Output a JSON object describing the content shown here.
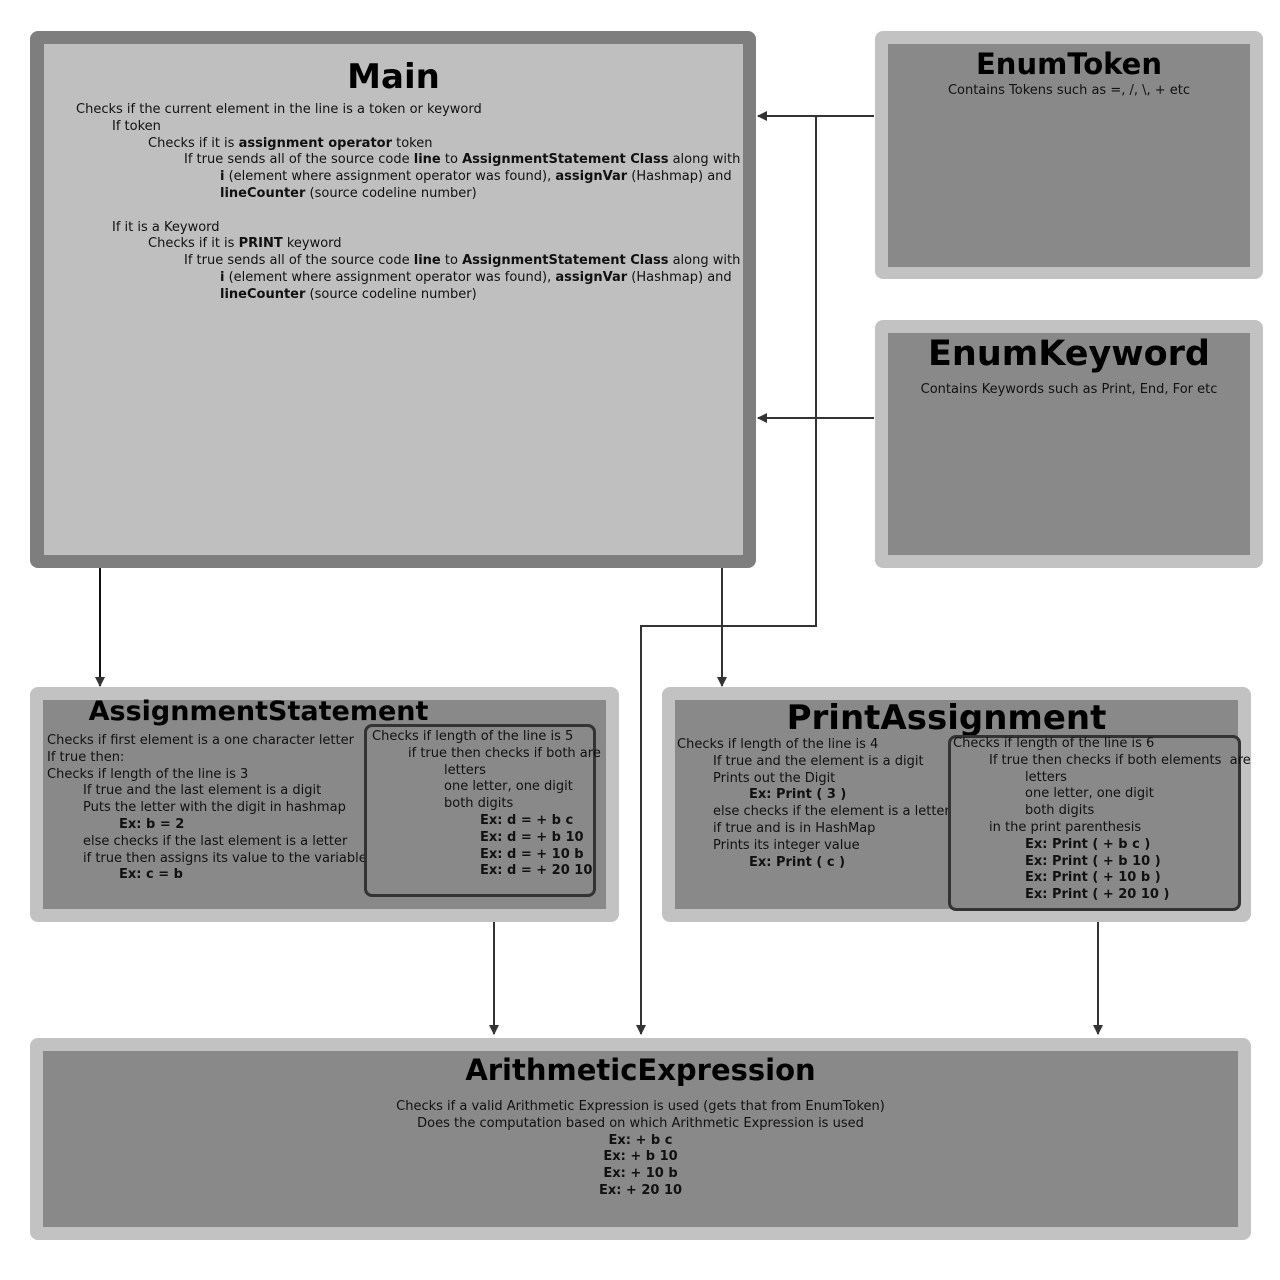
{
  "main": {
    "title": "Main",
    "lines": [
      {
        "indent": 0,
        "parts": [
          {
            "t": "Checks if the current element in the line is a token or keyword"
          }
        ]
      },
      {
        "indent": 1,
        "parts": [
          {
            "t": "If token"
          }
        ]
      },
      {
        "indent": 2,
        "parts": [
          {
            "t": "Checks if it is "
          },
          {
            "t": "assignment operator",
            "b": true
          },
          {
            "t": " token"
          }
        ]
      },
      {
        "indent": 3,
        "parts": [
          {
            "t": "If true sends all of the source code "
          },
          {
            "t": "line",
            "b": true
          },
          {
            "t": " to "
          },
          {
            "t": "AssignmentStatement Class",
            "b": true
          },
          {
            "t": " along with"
          }
        ]
      },
      {
        "indent": 4,
        "parts": [
          {
            "t": "i",
            "b": true
          },
          {
            "t": " (element where assignment operator was found), "
          },
          {
            "t": "assignVar",
            "b": true
          },
          {
            "t": " (Hashmap) and"
          }
        ]
      },
      {
        "indent": 4,
        "parts": [
          {
            "t": "lineCounter",
            "b": true
          },
          {
            "t": " (source codeline number)"
          }
        ]
      },
      {
        "indent": 0,
        "parts": [
          {
            "t": ""
          }
        ]
      },
      {
        "indent": 1,
        "parts": [
          {
            "t": "If it is a Keyword"
          }
        ]
      },
      {
        "indent": 2,
        "parts": [
          {
            "t": "Checks if it is "
          },
          {
            "t": "PRINT",
            "b": true
          },
          {
            "t": " keyword"
          }
        ]
      },
      {
        "indent": 3,
        "parts": [
          {
            "t": "If true sends all of the source code "
          },
          {
            "t": "line",
            "b": true
          },
          {
            "t": " to "
          },
          {
            "t": "AssignmentStatement Class",
            "b": true
          },
          {
            "t": " along with"
          }
        ]
      },
      {
        "indent": 4,
        "parts": [
          {
            "t": "i",
            "b": true
          },
          {
            "t": " (element where assignment operator was found), "
          },
          {
            "t": "assignVar",
            "b": true
          },
          {
            "t": " (Hashmap) and"
          }
        ]
      },
      {
        "indent": 4,
        "parts": [
          {
            "t": "lineCounter",
            "b": true
          },
          {
            "t": " (source codeline number)"
          }
        ]
      }
    ]
  },
  "enum_token": {
    "title": "EnumToken",
    "desc": "Contains Tokens such as =, /, \\, + etc"
  },
  "enum_keyword": {
    "title": "EnumKeyword",
    "desc": "Contains Keywords such as Print, End, For etc"
  },
  "assignment_statement": {
    "title": "AssignmentStatement",
    "lines": [
      {
        "indent": 0,
        "parts": [
          {
            "t": "Checks if first element is a one character letter"
          }
        ]
      },
      {
        "indent": 0,
        "parts": [
          {
            "t": "If true then:"
          }
        ]
      },
      {
        "indent": 0,
        "parts": [
          {
            "t": "Checks if length of the line is 3"
          }
        ]
      },
      {
        "indent": 1,
        "parts": [
          {
            "t": "If true and the last element is a digit"
          }
        ]
      },
      {
        "indent": 1,
        "parts": [
          {
            "t": "Puts the letter with the digit in hashmap"
          }
        ]
      },
      {
        "indent": 2,
        "parts": [
          {
            "t": "Ex: b = 2",
            "b": true
          }
        ]
      },
      {
        "indent": 1,
        "parts": [
          {
            "t": "else checks if the last element is a letter"
          }
        ]
      },
      {
        "indent": 1,
        "parts": [
          {
            "t": "if true then assigns its value to the variable"
          }
        ]
      },
      {
        "indent": 2,
        "parts": [
          {
            "t": "Ex: c = b",
            "b": true
          }
        ]
      }
    ],
    "sub_lines": [
      {
        "indent": 0,
        "parts": [
          {
            "t": "Checks if length of the line is 5"
          }
        ]
      },
      {
        "indent": 1,
        "parts": [
          {
            "t": "if true then checks if both are"
          }
        ]
      },
      {
        "indent": 2,
        "parts": [
          {
            "t": "letters"
          }
        ]
      },
      {
        "indent": 2,
        "parts": [
          {
            "t": "one letter, one digit"
          }
        ]
      },
      {
        "indent": 2,
        "parts": [
          {
            "t": "both digits"
          }
        ]
      },
      {
        "indent": 3,
        "parts": [
          {
            "t": "Ex: d = + b c",
            "b": true
          }
        ]
      },
      {
        "indent": 3,
        "parts": [
          {
            "t": "Ex: d = + b 10",
            "b": true
          }
        ]
      },
      {
        "indent": 3,
        "parts": [
          {
            "t": "Ex: d = + 10 b",
            "b": true
          }
        ]
      },
      {
        "indent": 3,
        "parts": [
          {
            "t": "Ex: d = + 20 10",
            "b": true
          }
        ]
      }
    ]
  },
  "print_assignment": {
    "title": "PrintAssignment",
    "lines": [
      {
        "indent": 0,
        "parts": [
          {
            "t": "Checks if length of the line is 4"
          }
        ]
      },
      {
        "indent": 1,
        "parts": [
          {
            "t": "If true and the element is a digit"
          }
        ]
      },
      {
        "indent": 1,
        "parts": [
          {
            "t": "Prints out the Digit"
          }
        ]
      },
      {
        "indent": 2,
        "parts": [
          {
            "t": "Ex: Print ( 3 )",
            "b": true
          }
        ]
      },
      {
        "indent": 1,
        "parts": [
          {
            "t": "else checks if the element is a letter"
          }
        ]
      },
      {
        "indent": 1,
        "parts": [
          {
            "t": "if true and is in HashMap"
          }
        ]
      },
      {
        "indent": 1,
        "parts": [
          {
            "t": "Prints its integer value"
          }
        ]
      },
      {
        "indent": 2,
        "parts": [
          {
            "t": "Ex: Print ( c )",
            "b": true
          }
        ]
      }
    ],
    "sub_lines": [
      {
        "indent": 0,
        "parts": [
          {
            "t": "Checks if length of the line is 6"
          }
        ]
      },
      {
        "indent": 1,
        "parts": [
          {
            "t": "If true then checks if both elements  are"
          }
        ]
      },
      {
        "indent": 2,
        "parts": [
          {
            "t": "letters"
          }
        ]
      },
      {
        "indent": 2,
        "parts": [
          {
            "t": "one letter, one digit"
          }
        ]
      },
      {
        "indent": 2,
        "parts": [
          {
            "t": "both digits"
          }
        ]
      },
      {
        "indent": 1,
        "parts": [
          {
            "t": "in the print parenthesis"
          }
        ]
      },
      {
        "indent": 2,
        "parts": [
          {
            "t": "Ex: Print ( + b c )",
            "b": true
          }
        ]
      },
      {
        "indent": 2,
        "parts": [
          {
            "t": "Ex: Print ( + b 10 )",
            "b": true
          }
        ]
      },
      {
        "indent": 2,
        "parts": [
          {
            "t": "Ex: Print ( + 10 b )",
            "b": true
          }
        ]
      },
      {
        "indent": 2,
        "parts": [
          {
            "t": "Ex: Print ( + 20 10 )",
            "b": true
          }
        ]
      }
    ]
  },
  "arithmetic_expression": {
    "title": "ArithmeticExpression",
    "lines": [
      {
        "t": "Checks if a valid Arithmetic Expression is used (gets that from EnumToken)",
        "b": false
      },
      {
        "t": "Does the computation based on which Arithmetic Expression is used",
        "b": false
      },
      {
        "t": "Ex: + b c",
        "b": true
      },
      {
        "t": "Ex: + b 10",
        "b": true
      },
      {
        "t": "Ex: + 10 b",
        "b": true
      },
      {
        "t": "Ex: + 20 10",
        "b": true
      }
    ]
  },
  "colors": {
    "main_border": "#7e7e7e",
    "main_fill": "#bfbfbf",
    "box_border": "#c2c2c2",
    "box_fill": "#898989",
    "arrow": "#333333"
  }
}
